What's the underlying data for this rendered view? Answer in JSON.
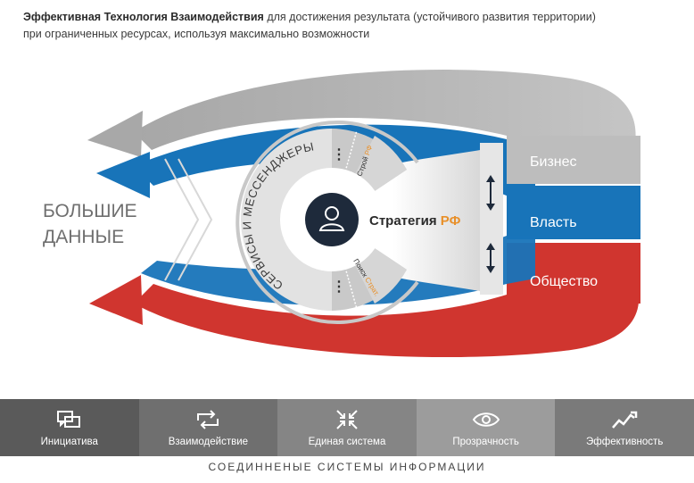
{
  "header": {
    "title_bold": "Эффективная Технология Взаимодействия",
    "title_rest": " для достижения  результата (устойчивого развития территории)",
    "line2": "при ограниченных ресурсах, используя максимально возможности"
  },
  "diagram": {
    "big_data_line1": "БОЛЬШИЕ",
    "big_data_line2": "ДАННЫЕ",
    "arc_label": "СЕРВИСЫ И МЕССЕНДЖЕРЫ",
    "strategy_word": "Стратегия",
    "strategy_rf": "РФ",
    "dots": "⋮",
    "stroy": "Строй",
    "stroy_rf": "РФ",
    "poisk": "Поиск",
    "poisk_strat": "Страт.",
    "bands": [
      "Бизнес",
      "Власть",
      "Общество"
    ],
    "colors": {
      "gray": "#b9b9b9",
      "blue": "#1874b9",
      "red": "#d0352f",
      "orange": "#e8902a",
      "navy": "#1e2a3b"
    }
  },
  "bottom_bar": [
    {
      "label": "Инициатива",
      "icon": "chat-bubbles-icon",
      "bg": "#5a5a5a"
    },
    {
      "label": "Взаимодействие",
      "icon": "loop-arrows-icon",
      "bg": "#6f6f6f"
    },
    {
      "label": "Единая система",
      "icon": "converge-arrows-icon",
      "bg": "#858585"
    },
    {
      "label": "Прозрачность",
      "icon": "eye-icon",
      "bg": "#9c9c9c"
    },
    {
      "label": "Эффективность",
      "icon": "trend-line-icon",
      "bg": "#7a7a7a"
    }
  ],
  "footer": "СОЕДИННЕНЫЕ СИСТЕМЫ ИНФОРМАЦИИ"
}
